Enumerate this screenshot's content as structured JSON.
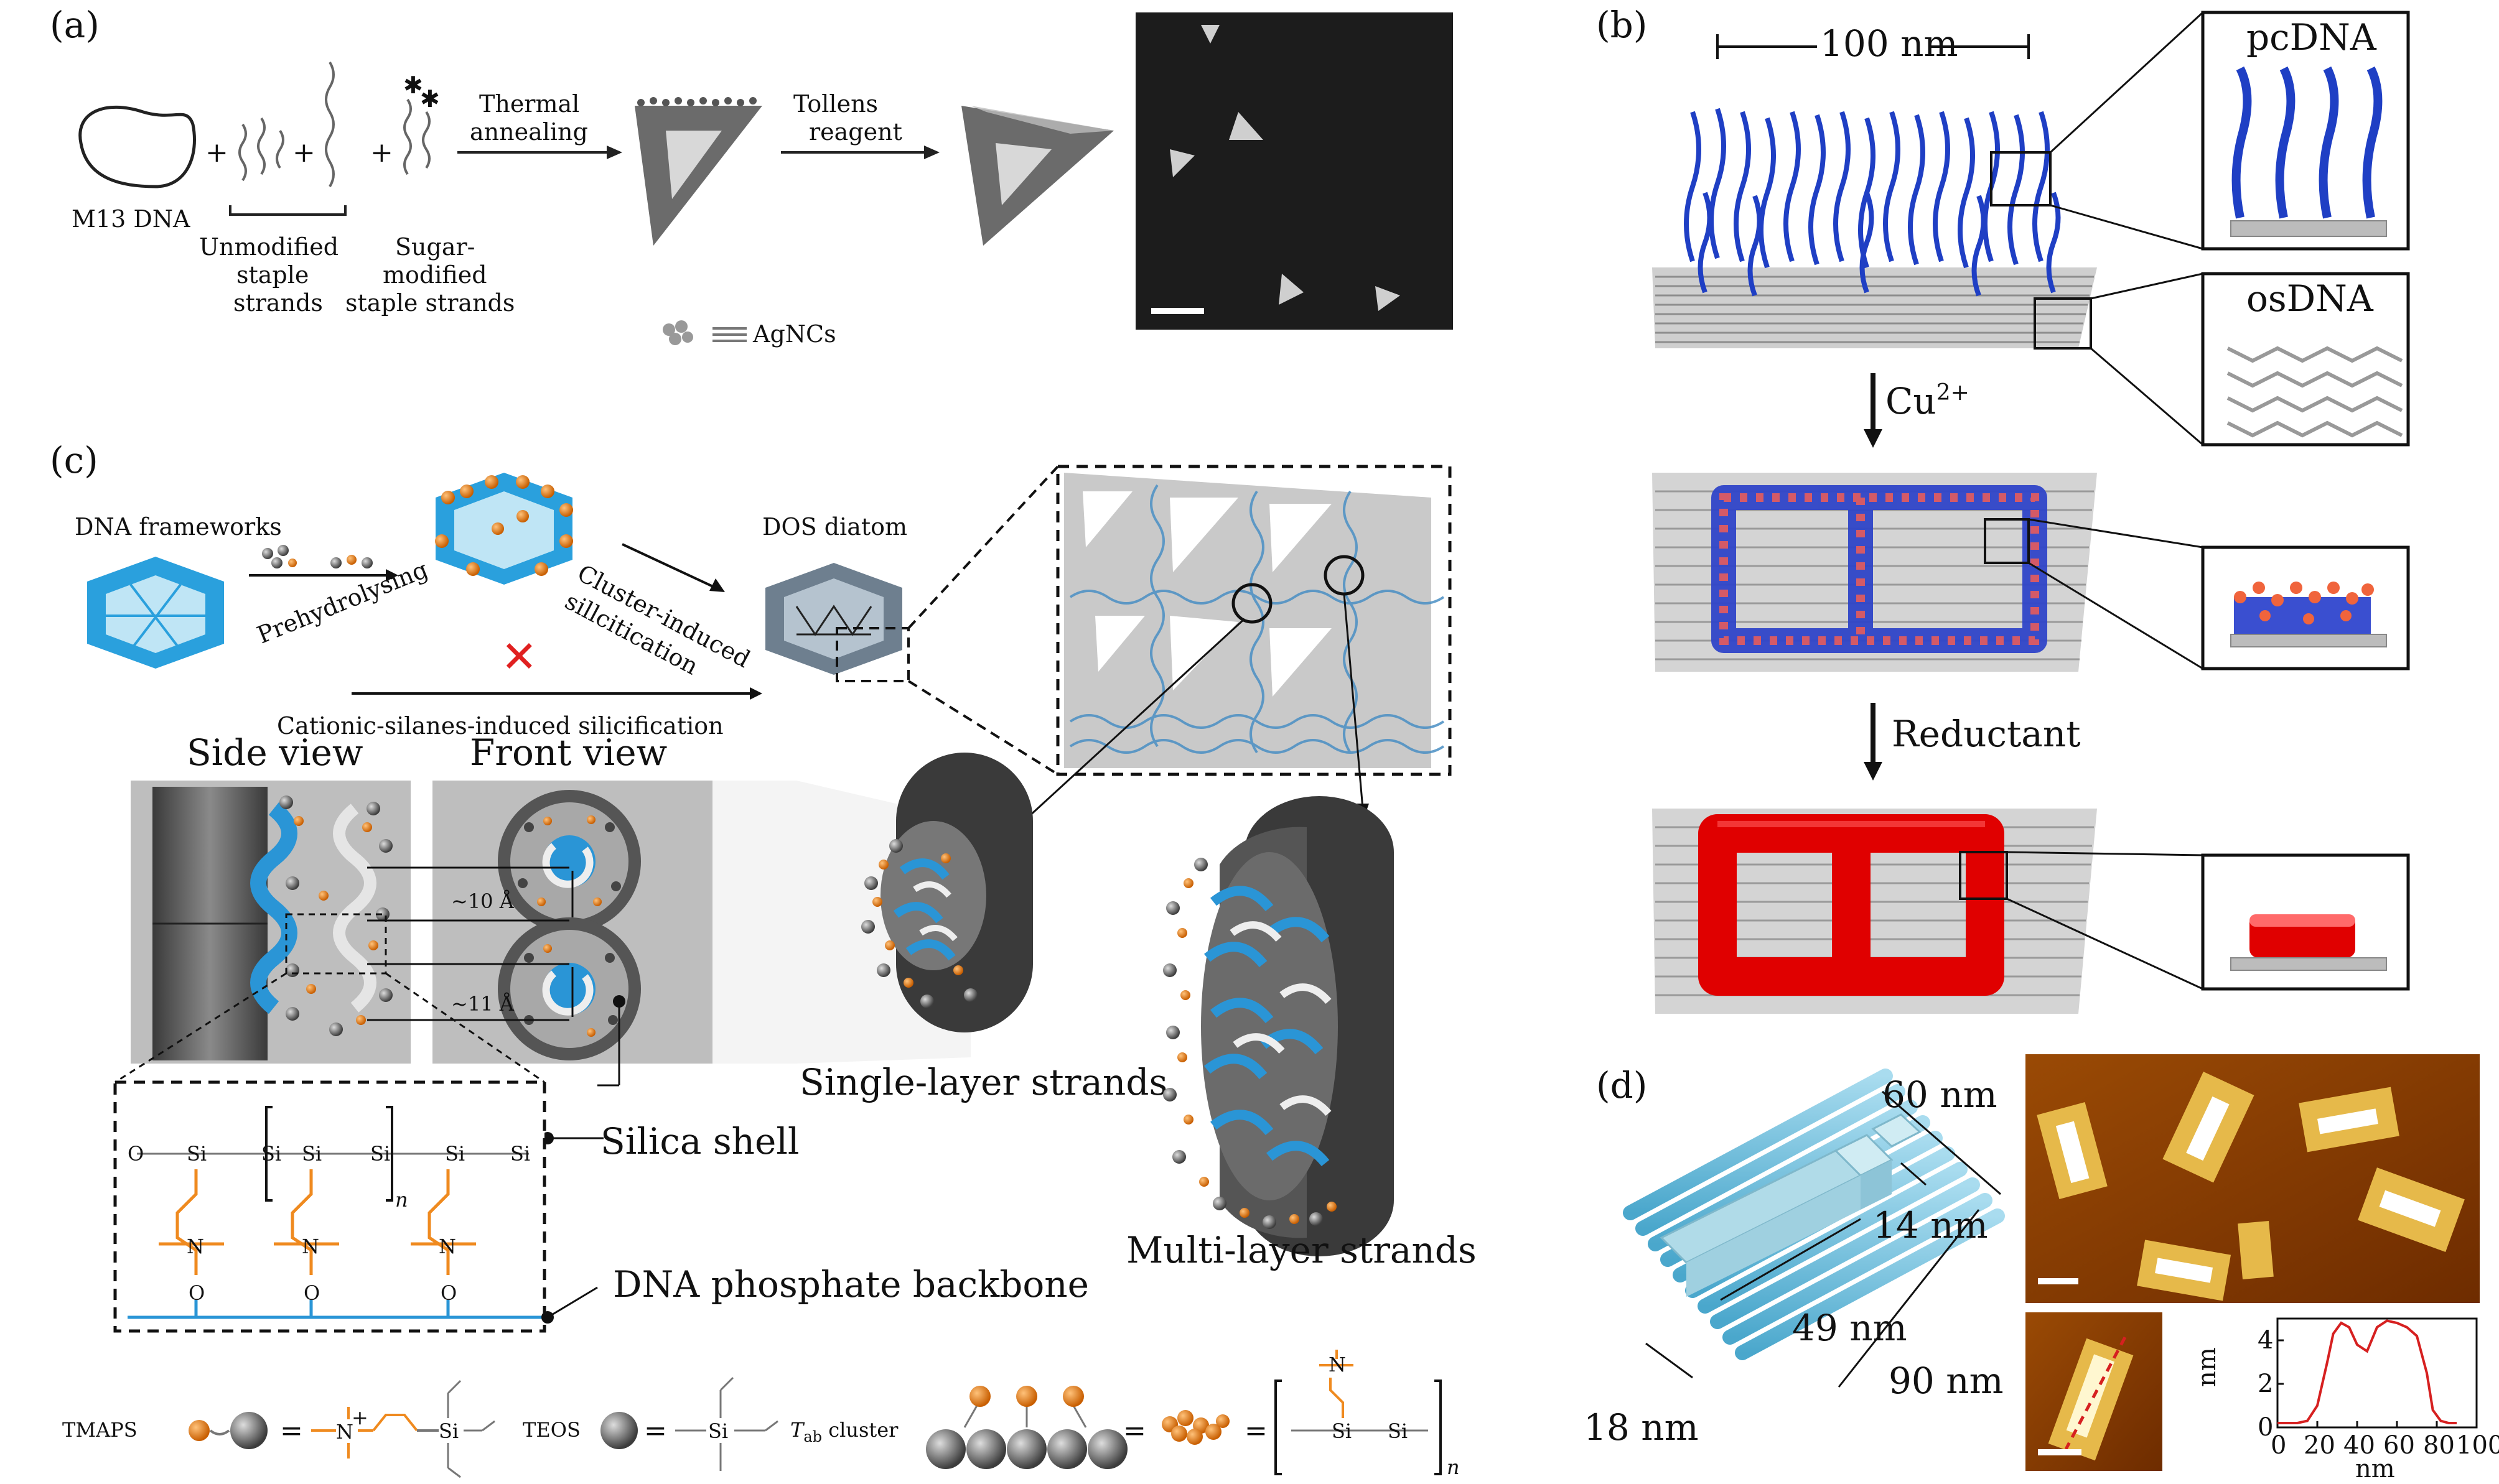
{
  "panels": {
    "a": {
      "label": "(a)",
      "m13": "M13 DNA",
      "unmodified": [
        "Unmodified",
        "staple",
        "strands"
      ],
      "sugar": [
        "Sugar-",
        "modified",
        "staple strands"
      ],
      "step1": [
        "Thermal",
        "annealing"
      ],
      "step2": [
        "Tollens",
        "reagent"
      ],
      "agncs": "AgNCs",
      "plus": "+"
    },
    "b": {
      "label": "(b)",
      "width": "100 nm",
      "pcdna": "pcDNA",
      "osdna": "osDNA",
      "cu_base": "Cu",
      "cu_sup": "2+",
      "reductant": "Reductant"
    },
    "c": {
      "label": "(c)",
      "frameworks": "DNA frameworks",
      "prehydro": "Prehydrolysing",
      "cluster": [
        "Cluster-induced",
        "sillcitication"
      ],
      "cationic": "Cationic-silanes-induced silicification",
      "dos": "DOS diatom",
      "side_view": "Side view",
      "front_view": "Front view",
      "dist1": "~10 Å",
      "dist2": "~11 Å",
      "single": "Single-layer strands",
      "multi": "Multi-layer strands",
      "silica": "Silica shell",
      "backbone": "DNA phosphate backbone",
      "tmaps": "TMAPS",
      "teos": "TEOS",
      "tab_T": "T",
      "tab_sub": "ab",
      "tab_rest": " cluster",
      "eq": "=",
      "si": "Si",
      "o": "O",
      "n": "N",
      "nsub": "n",
      "plus": "+"
    },
    "d": {
      "label": "(d)",
      "d60": "60 nm",
      "d14": "14 nm",
      "d49": "49 nm",
      "d90": "90 nm",
      "d18": "18 nm"
    }
  },
  "colors": {
    "dna_blue": "#1f3fc4",
    "teal": "#7ec8e3",
    "orange": "#ef8a1f",
    "red_metal": "#e00000",
    "afm_bg": "#8a3a00",
    "profile_line": "#d62020",
    "gray_plate": "#bdbdbd"
  },
  "chart_data": {
    "type": "line",
    "title": "",
    "xlabel": "nm",
    "ylabel": "nm",
    "xlim": [
      0,
      100
    ],
    "ylim": [
      0,
      5
    ],
    "xticks": [
      "0",
      "20",
      "40",
      "60",
      "80",
      "100"
    ],
    "yticks": [
      "0",
      "2",
      "4"
    ],
    "grid": false,
    "x": [
      0,
      5,
      10,
      15,
      20,
      25,
      28,
      32,
      36,
      40,
      45,
      50,
      55,
      60,
      65,
      70,
      75,
      78,
      82,
      86,
      90
    ],
    "values": [
      0.2,
      0.2,
      0.2,
      0.3,
      1.0,
      3.0,
      4.3,
      4.8,
      4.6,
      3.8,
      3.5,
      4.6,
      4.9,
      4.8,
      4.6,
      4.2,
      2.5,
      0.8,
      0.3,
      0.2,
      0.2
    ]
  }
}
